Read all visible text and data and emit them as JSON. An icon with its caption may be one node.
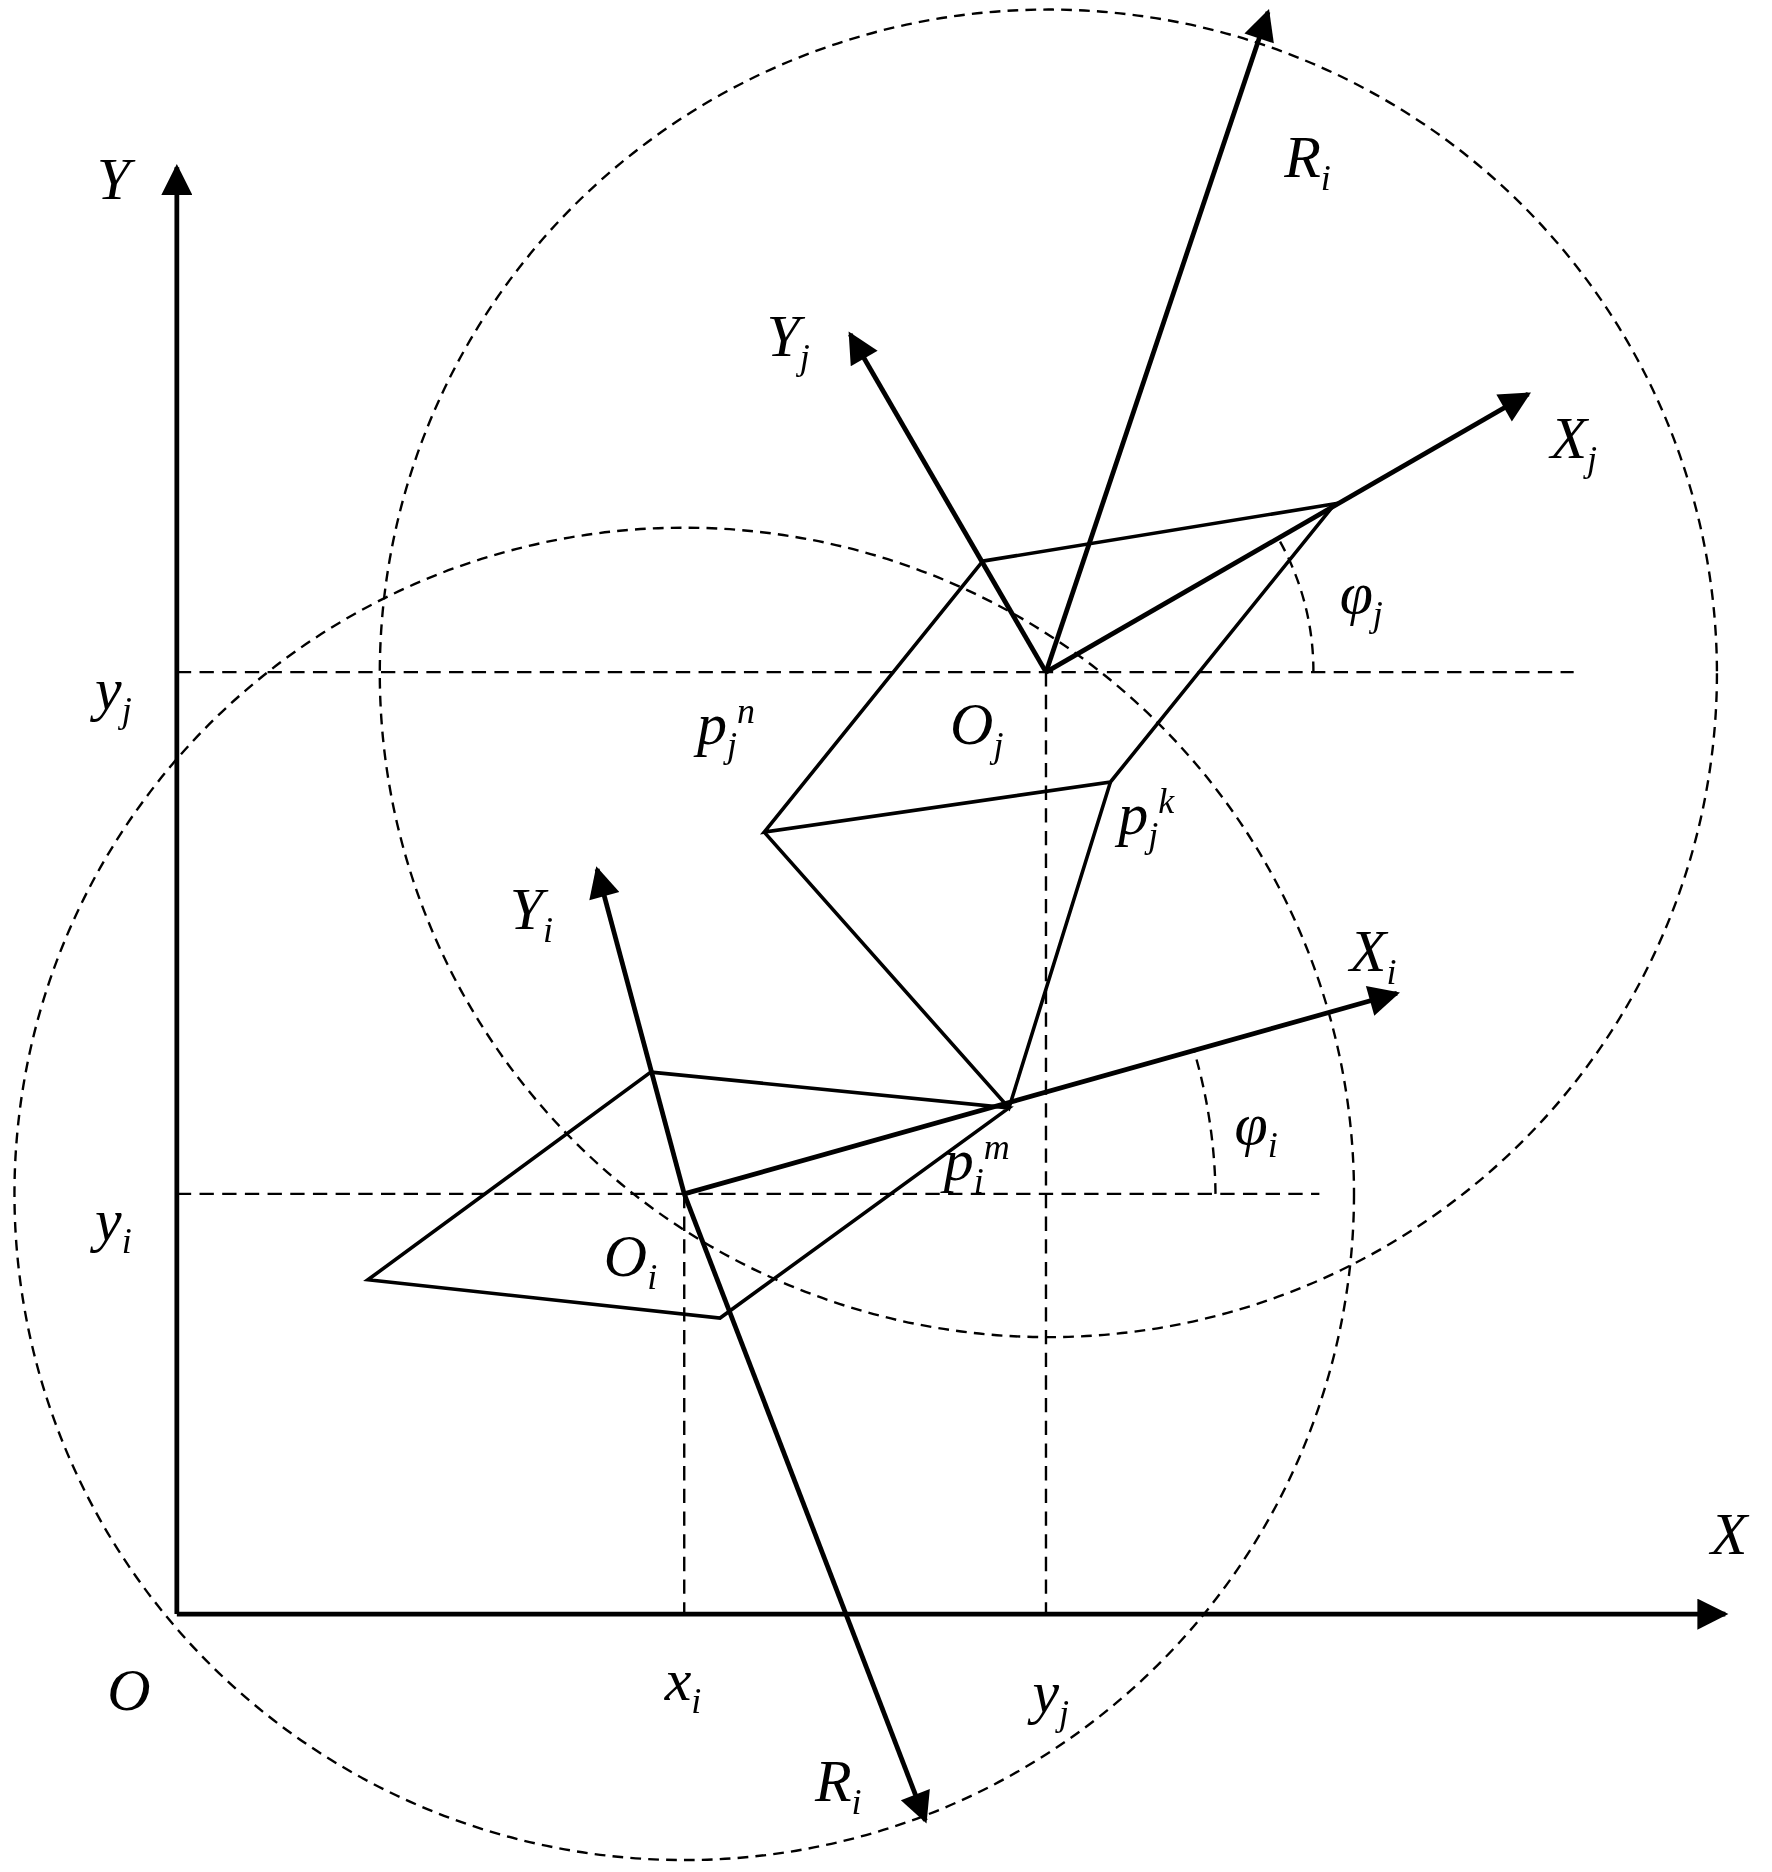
{
  "diagram": {
    "labels": [
      "Y",
      "R$_{i}$",
      "Y$_{j}$",
      "X$_{j}$",
      "φ$_{j}$",
      "y$_{j}$",
      "p$_{j}$$^{n}$",
      "O$_{j}$",
      "p$_{j}$$^{k}$",
      "Y$_{i}$",
      "X$_{i}$",
      "φ$_{i}$",
      "p$_{i}$$^{m}$",
      "y$_{i}$",
      "O$_{i}$",
      "X",
      "O",
      "x$_{i}$",
      "y$_{j}$",
      "R$_{i}$"
    ]
  }
}
